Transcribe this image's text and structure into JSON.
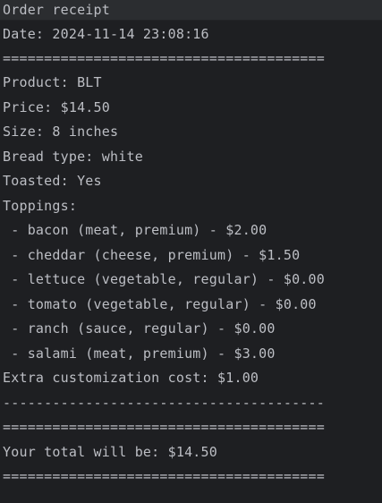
{
  "receipt": {
    "title": "Order receipt",
    "date": "Date: 2024-11-14 23:08:16",
    "separator_eq": "=======================================",
    "product": "Product: BLT",
    "price": "Price: $14.50",
    "size": "Size: 8 inches",
    "bread": "Bread type: white",
    "toasted": "Toasted: Yes",
    "toppings_header": "Toppings:",
    "toppings": [
      " - bacon (meat, premium) - $2.00",
      " - cheddar (cheese, premium) - $1.50",
      " - lettuce (vegetable, regular) - $0.00",
      " - tomato (vegetable, regular) - $0.00",
      " - ranch (sauce, regular) - $0.00",
      " - salami (meat, premium) - $3.00"
    ],
    "extra_cost": "Extra customization cost: $1.00",
    "separator_dash": "---------------------------------------",
    "total": "Your total will be: $14.50"
  },
  "colors": {
    "background": "#1e1f22",
    "text": "#bcbec4",
    "title_bar": "#2b2d30"
  }
}
